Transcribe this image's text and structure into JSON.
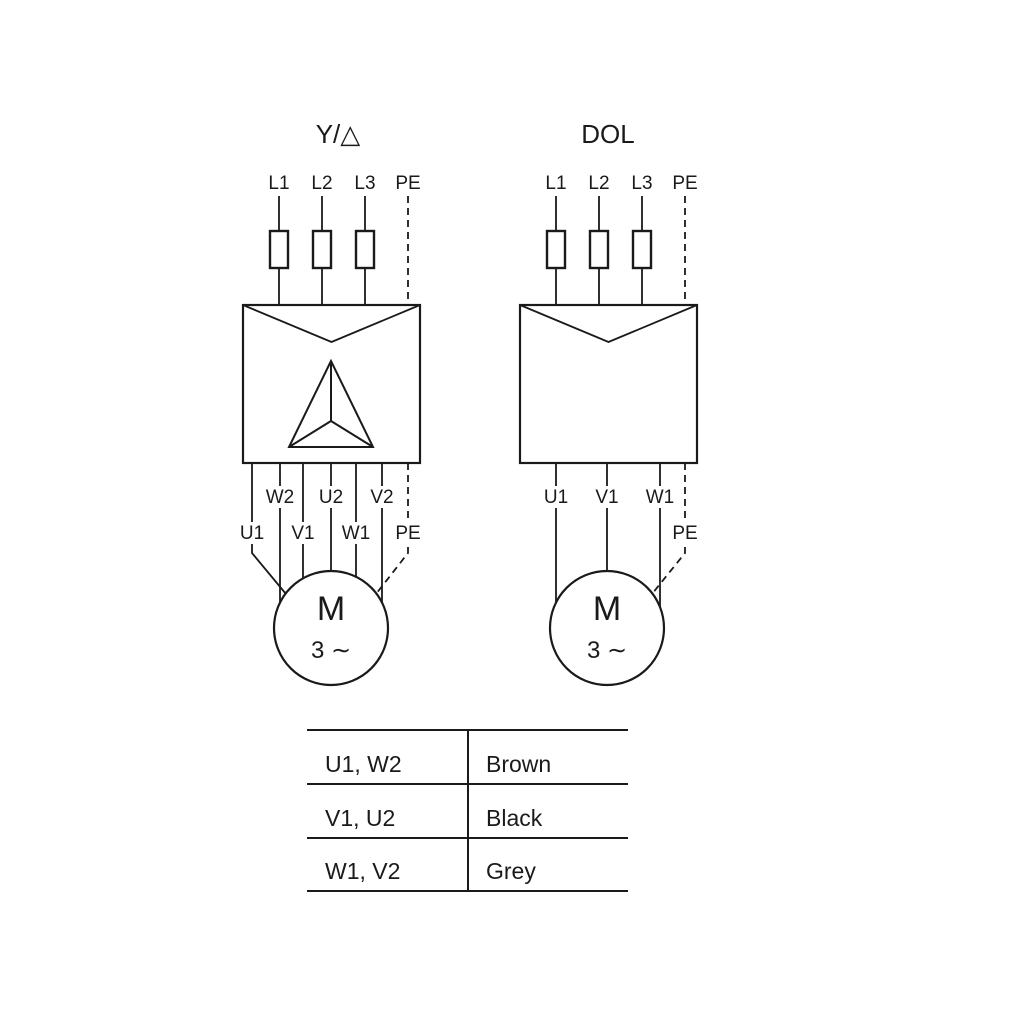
{
  "page": {
    "ink_color": "#1a1a1a",
    "background_color": "#ffffff"
  },
  "star_delta": {
    "title": "Y/△",
    "inputs": [
      "L1",
      "L2",
      "L3",
      "PE"
    ],
    "outputs_top": [
      "W2",
      "U2",
      "V2"
    ],
    "outputs_bottom": [
      "U1",
      "V1",
      "W1",
      "PE"
    ],
    "motor_letter": "M",
    "motor_phase": "3 ∼"
  },
  "dol": {
    "title": "DOL",
    "inputs": [
      "L1",
      "L2",
      "L3",
      "PE"
    ],
    "outputs": [
      "U1",
      "V1",
      "W1"
    ],
    "output_pe": "PE",
    "motor_letter": "M",
    "motor_phase": "3 ∼"
  },
  "wire_color_table": {
    "rows": [
      {
        "terminals": "U1, W2",
        "color": "Brown"
      },
      {
        "terminals": "V1, U2",
        "color": "Black"
      },
      {
        "terminals": "W1, V2",
        "color": "Grey"
      }
    ]
  }
}
